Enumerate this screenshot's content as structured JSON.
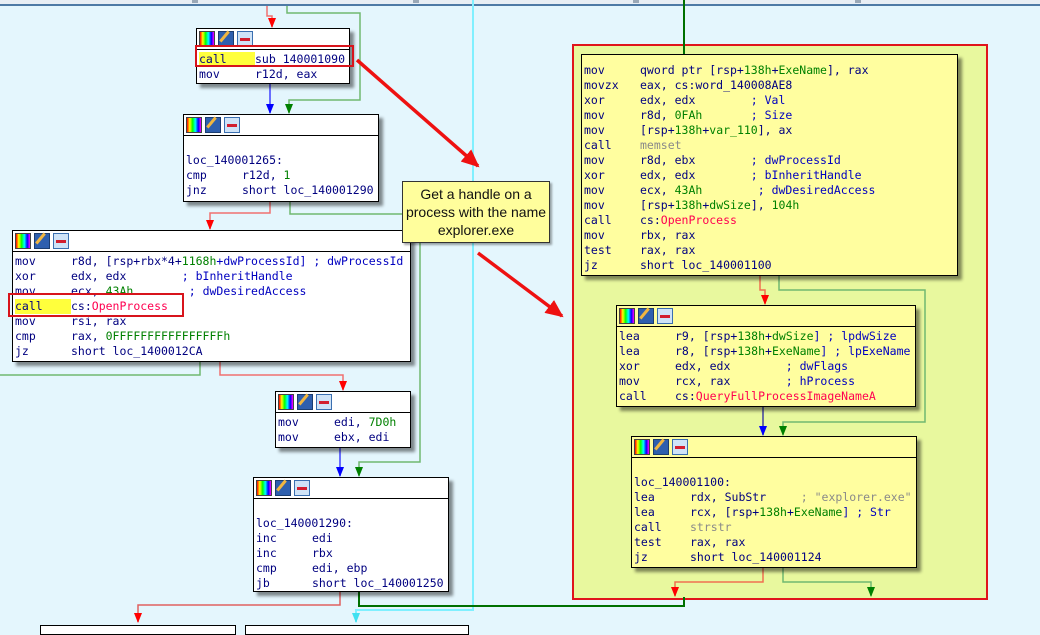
{
  "annotation": {
    "text": "Get a handle on a process with the name explorer.exe"
  },
  "node_header_icons": [
    "color-palette-icon",
    "edit-pencil-icon",
    "graph-overview-icon"
  ],
  "nodes": {
    "n1": {
      "lines": [
        {
          "mn": "call",
          "ops": [
            {
              "t": "sub_140001090",
              "c": "op"
            }
          ],
          "highlight": true
        },
        {
          "mn": "mov",
          "ops": [
            {
              "t": "r12d, eax",
              "c": "op"
            }
          ]
        }
      ]
    },
    "n2": {
      "label": "loc_140001265:",
      "lines": [
        {
          "mn": "cmp",
          "ops": [
            {
              "t": "r12d, ",
              "c": "op"
            },
            {
              "t": "1",
              "c": "num"
            }
          ]
        },
        {
          "mn": "jnz",
          "ops": [
            {
              "t": "short loc_140001290",
              "c": "op"
            }
          ]
        }
      ]
    },
    "n3": {
      "lines": [
        {
          "mn": "mov",
          "ops": [
            {
              "t": "r8d, [rsp+rbx*4+",
              "c": "op"
            },
            {
              "t": "1168h",
              "c": "num"
            },
            {
              "t": "+dwProcessId] ; dwProcessId",
              "c": "cmt"
            }
          ]
        },
        {
          "mn": "xor",
          "ops": [
            {
              "t": "edx, edx        ",
              "c": "op"
            },
            {
              "t": "; bInheritHandle",
              "c": "cmt"
            }
          ]
        },
        {
          "mn": "mov",
          "ops": [
            {
              "t": "ecx, ",
              "c": "op"
            },
            {
              "t": "43Ah",
              "c": "num"
            },
            {
              "t": "        ; dwDesiredAccess",
              "c": "cmt"
            }
          ]
        },
        {
          "mn": "call",
          "ops": [
            {
              "t": "cs:",
              "c": "op"
            },
            {
              "t": "OpenProcess",
              "c": "api"
            }
          ],
          "highlight": true
        },
        {
          "mn": "mov",
          "ops": [
            {
              "t": "rsi, rax",
              "c": "op"
            }
          ]
        },
        {
          "mn": "cmp",
          "ops": [
            {
              "t": "rax, ",
              "c": "op"
            },
            {
              "t": "0FFFFFFFFFFFFFFFFh",
              "c": "num"
            }
          ]
        },
        {
          "mn": "jz",
          "ops": [
            {
              "t": "short loc_1400012CA",
              "c": "op"
            }
          ]
        }
      ]
    },
    "n4": {
      "lines": [
        {
          "mn": "mov",
          "ops": [
            {
              "t": "edi, ",
              "c": "op"
            },
            {
              "t": "7D0h",
              "c": "num"
            }
          ]
        },
        {
          "mn": "mov",
          "ops": [
            {
              "t": "ebx, edi",
              "c": "op"
            }
          ]
        }
      ]
    },
    "n5": {
      "label": "loc_140001290:",
      "lines": [
        {
          "mn": "inc",
          "ops": [
            {
              "t": "edi",
              "c": "op"
            }
          ]
        },
        {
          "mn": "inc",
          "ops": [
            {
              "t": "rbx",
              "c": "op"
            }
          ]
        },
        {
          "mn": "cmp",
          "ops": [
            {
              "t": "edi, ebp",
              "c": "op"
            }
          ]
        },
        {
          "mn": "jb",
          "ops": [
            {
              "t": "short loc_140001250",
              "c": "op"
            }
          ]
        }
      ]
    },
    "r1": {
      "lines": [
        {
          "mn": "mov",
          "ops": [
            {
              "t": "qword ptr [rsp+",
              "c": "op"
            },
            {
              "t": "138h",
              "c": "num"
            },
            {
              "t": "+",
              "c": "op"
            },
            {
              "t": "ExeName",
              "c": "num"
            },
            {
              "t": "], rax",
              "c": "op"
            }
          ]
        },
        {
          "mn": "movzx",
          "ops": [
            {
              "t": "eax, cs:word_140008AE8",
              "c": "op"
            }
          ]
        },
        {
          "mn": "xor",
          "ops": [
            {
              "t": "edx, edx        ",
              "c": "op"
            },
            {
              "t": "; Val",
              "c": "cmt"
            }
          ]
        },
        {
          "mn": "mov",
          "ops": [
            {
              "t": "r8d, ",
              "c": "op"
            },
            {
              "t": "0FAh",
              "c": "num"
            },
            {
              "t": "       ; Size",
              "c": "cmt"
            }
          ]
        },
        {
          "mn": "mov",
          "ops": [
            {
              "t": "[rsp+",
              "c": "op"
            },
            {
              "t": "138h",
              "c": "num"
            },
            {
              "t": "+",
              "c": "op"
            },
            {
              "t": "var_110",
              "c": "num"
            },
            {
              "t": "], ax",
              "c": "op"
            }
          ]
        },
        {
          "mn": "call",
          "ops": [
            {
              "t": "memset",
              "c": "lib"
            }
          ]
        },
        {
          "mn": "mov",
          "ops": [
            {
              "t": "r8d, ebx        ",
              "c": "op"
            },
            {
              "t": "; dwProcessId",
              "c": "cmt"
            }
          ]
        },
        {
          "mn": "xor",
          "ops": [
            {
              "t": "edx, edx        ",
              "c": "op"
            },
            {
              "t": "; bInheritHandle",
              "c": "cmt"
            }
          ]
        },
        {
          "mn": "mov",
          "ops": [
            {
              "t": "ecx, ",
              "c": "op"
            },
            {
              "t": "43Ah",
              "c": "num"
            },
            {
              "t": "        ; dwDesiredAccess",
              "c": "cmt"
            }
          ]
        },
        {
          "mn": "mov",
          "ops": [
            {
              "t": "[rsp+",
              "c": "op"
            },
            {
              "t": "138h",
              "c": "num"
            },
            {
              "t": "+",
              "c": "op"
            },
            {
              "t": "dwSize",
              "c": "num"
            },
            {
              "t": "], ",
              "c": "op"
            },
            {
              "t": "104h",
              "c": "num"
            }
          ]
        },
        {
          "mn": "call",
          "ops": [
            {
              "t": "cs:",
              "c": "op"
            },
            {
              "t": "OpenProcess",
              "c": "api"
            }
          ]
        },
        {
          "mn": "mov",
          "ops": [
            {
              "t": "rbx, rax",
              "c": "op"
            }
          ]
        },
        {
          "mn": "test",
          "ops": [
            {
              "t": "rax, rax",
              "c": "op"
            }
          ]
        },
        {
          "mn": "jz",
          "ops": [
            {
              "t": "short loc_140001100",
              "c": "op"
            }
          ]
        }
      ]
    },
    "r2": {
      "lines": [
        {
          "mn": "lea",
          "ops": [
            {
              "t": "r9, [rsp+",
              "c": "op"
            },
            {
              "t": "138h",
              "c": "num"
            },
            {
              "t": "+",
              "c": "op"
            },
            {
              "t": "dwSize",
              "c": "num"
            },
            {
              "t": "] ; lpdwSize",
              "c": "cmt"
            }
          ]
        },
        {
          "mn": "lea",
          "ops": [
            {
              "t": "r8, [rsp+",
              "c": "op"
            },
            {
              "t": "138h",
              "c": "num"
            },
            {
              "t": "+",
              "c": "op"
            },
            {
              "t": "ExeName",
              "c": "num"
            },
            {
              "t": "] ; lpExeName",
              "c": "cmt"
            }
          ]
        },
        {
          "mn": "xor",
          "ops": [
            {
              "t": "edx, edx        ",
              "c": "op"
            },
            {
              "t": "; dwFlags",
              "c": "cmt"
            }
          ]
        },
        {
          "mn": "mov",
          "ops": [
            {
              "t": "rcx, rax        ",
              "c": "op"
            },
            {
              "t": "; hProcess",
              "c": "cmt"
            }
          ]
        },
        {
          "mn": "call",
          "ops": [
            {
              "t": "cs:",
              "c": "op"
            },
            {
              "t": "QueryFullProcessImageNameA",
              "c": "api"
            }
          ]
        }
      ]
    },
    "r3": {
      "label": "loc_140001100:",
      "lines": [
        {
          "mn": "lea",
          "ops": [
            {
              "t": "rdx, SubStr     ",
              "c": "op"
            },
            {
              "t": "; \"explorer.exe\"",
              "c": "gstr"
            }
          ]
        },
        {
          "mn": "lea",
          "ops": [
            {
              "t": "rcx, [rsp+",
              "c": "op"
            },
            {
              "t": "138h",
              "c": "num"
            },
            {
              "t": "+",
              "c": "op"
            },
            {
              "t": "ExeName",
              "c": "num"
            },
            {
              "t": "] ; Str",
              "c": "cmt"
            }
          ]
        },
        {
          "mn": "call",
          "ops": [
            {
              "t": "strstr",
              "c": "lib"
            }
          ]
        },
        {
          "mn": "test",
          "ops": [
            {
              "t": "rax, rax",
              "c": "op"
            }
          ]
        },
        {
          "mn": "jz",
          "ops": [
            {
              "t": "short loc_140001124",
              "c": "op"
            }
          ]
        }
      ]
    }
  },
  "colors": {
    "background": "#e4f6fd",
    "group_fill": "#e8f89e",
    "group_border": "#e0141c",
    "edge_true": "#008000",
    "edge_false": "#ff0000",
    "edge_uncond": "#0000ff",
    "edge_loop": "#80ffff"
  }
}
